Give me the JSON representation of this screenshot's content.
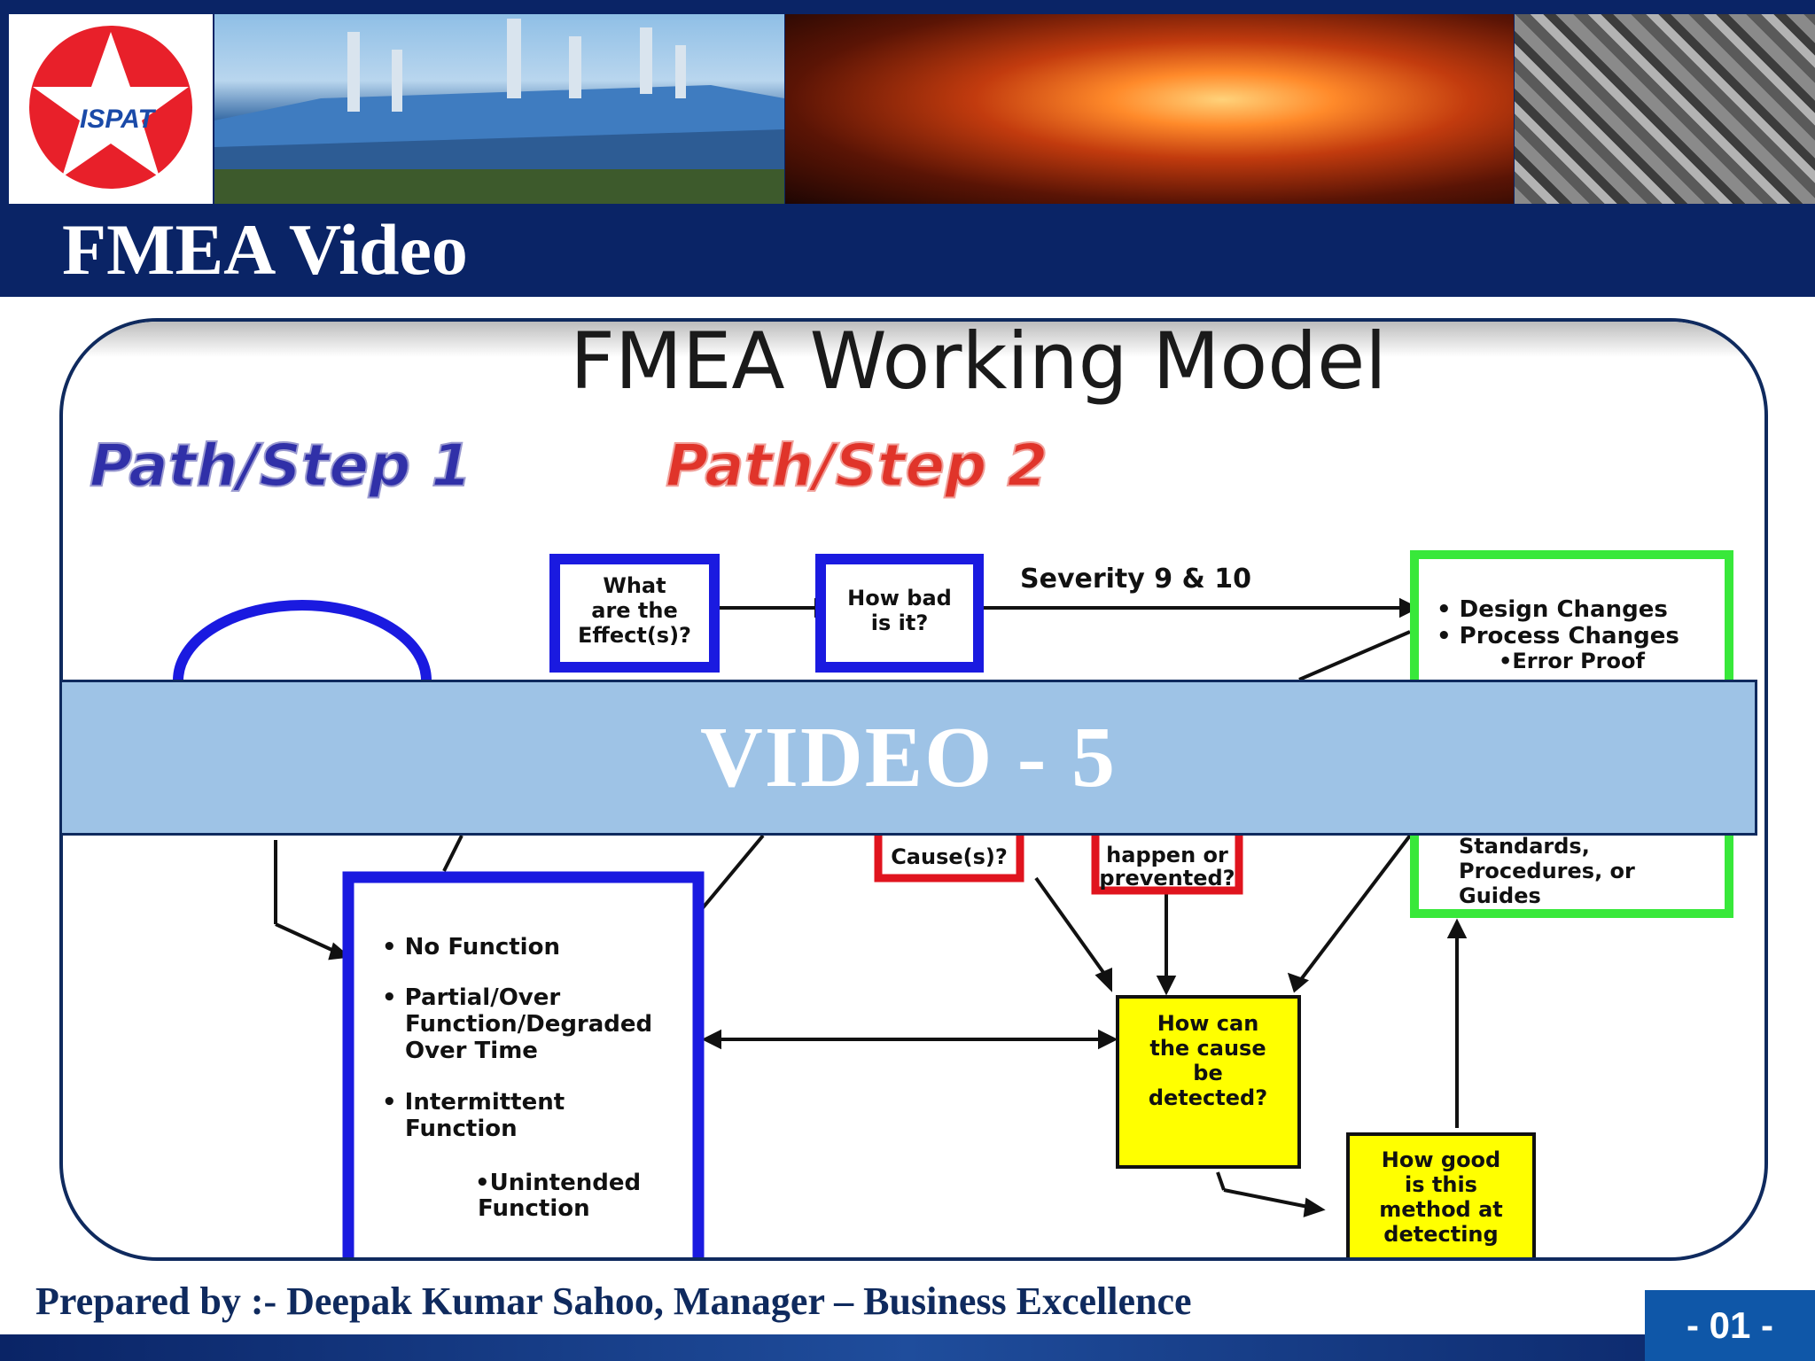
{
  "header": {
    "logo_text": "ISPAT",
    "page_title": "FMEA Video"
  },
  "slide": {
    "heading": "FMEA Working Model",
    "path_step_1": "Path/Step 1",
    "path_step_2": "Path/Step 2",
    "boxes": {
      "effects": [
        "What",
        "are the",
        "Effect(s)?"
      ],
      "how_bad": [
        "How bad",
        "is it?"
      ],
      "severity_label": "Severity 9 & 10",
      "actions": [
        "• Design Changes",
        "• Process Changes",
        "•Error Proof"
      ],
      "cause_partial": "Cause(s)?",
      "prevent_partial": [
        "happen or",
        "prevented?"
      ],
      "standards": [
        "Standards,",
        "Procedures, or",
        "Guides"
      ],
      "failure_modes": [
        "• No Function",
        "• Partial/Over",
        "Function/Degraded",
        "Over Time",
        "• Intermittent",
        "Function",
        "•Unintended",
        "Function"
      ],
      "detect": [
        "How can",
        "the cause",
        "be",
        "detected?"
      ],
      "how_good": [
        "How good",
        "is this",
        "method at",
        "detecting"
      ]
    }
  },
  "overlay": {
    "video_label": "VIDEO - 5"
  },
  "footer": {
    "prepared_by": "Prepared by :- Deepak  Kumar Sahoo, Manager – Business Excellence",
    "page_number": "- 01 -"
  },
  "colors": {
    "navy": "#0a2466",
    "band": "#9ec3e6",
    "blue_box": "#1a1ae0",
    "red_box": "#e0141e",
    "green_box": "#38e83a",
    "yellow_box": "#ffff00"
  }
}
